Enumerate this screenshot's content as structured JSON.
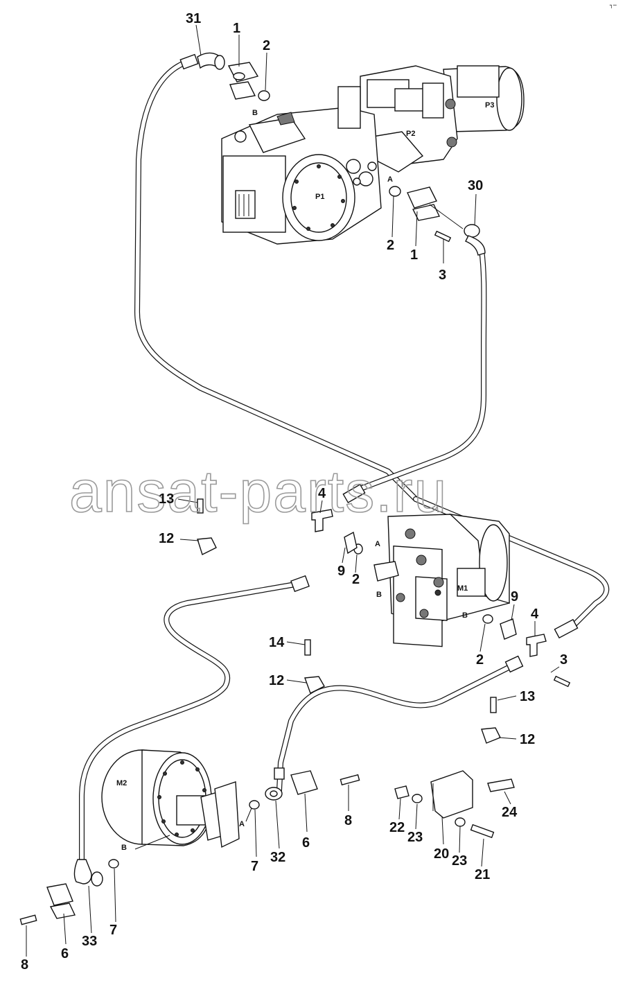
{
  "watermark": "ansat-parts.ru",
  "corner_mark": "┐─",
  "motor_labels": {
    "pump_p1": "P1",
    "pump_p2": "P2",
    "pump_p3": "P3",
    "motor_m1": "M1",
    "motor_m2": "M2"
  },
  "port_labels": {
    "a": "A",
    "b": "B"
  },
  "callouts": [
    "31",
    "1",
    "2",
    "B",
    "A",
    "30",
    "2",
    "1",
    "3",
    "13",
    "4",
    "12",
    "9",
    "2",
    "A",
    "B",
    "M1",
    "9",
    "B",
    "4",
    "2",
    "3",
    "14",
    "12",
    "13",
    "12",
    "M2",
    "A",
    "B",
    "8",
    "6",
    "7",
    "32",
    "22",
    "23",
    "24",
    "20",
    "23",
    "21",
    "33",
    "7",
    "6",
    "8"
  ],
  "parts": {
    "flange_half": "1",
    "o_ring": "2",
    "screw": "3",
    "tee_fitting": "4",
    "flange_half_m2": "6",
    "o_ring_m2": "7",
    "screw_m2": "8",
    "adapter": "9",
    "clamp": "12",
    "screw_clamp": "13",
    "screw_14": "14",
    "bracket": "20",
    "screw_21": "21",
    "nut": "22",
    "washer": "23",
    "spacer_block": "24",
    "hose_30": "30",
    "hose_31": "31",
    "hose_32": "32",
    "hose_33": "33"
  }
}
